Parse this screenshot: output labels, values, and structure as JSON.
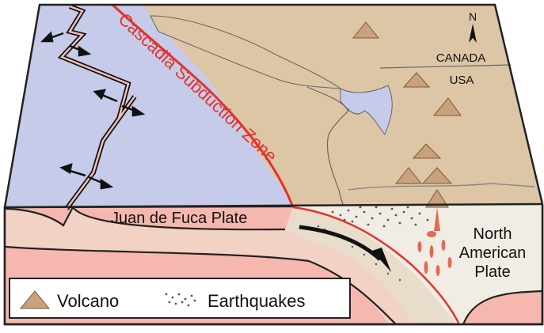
{
  "diagram": {
    "subduction_label": "Cascadia Subduction Zone",
    "juan_label": "Juan de Fuca Plate",
    "north_american_lines": [
      "North",
      "American",
      "Plate"
    ],
    "compass_label": "N",
    "canada_label": "CANADA",
    "usa_label": "USA"
  },
  "legend": {
    "volcano_label": "Volcano",
    "earthquakes_label": "Earthquakes"
  },
  "colors": {
    "ocean": "#c5cbe8",
    "land": "#dcc6a6",
    "crust": "#f2d2c4",
    "mantle": "#f6b8ae",
    "subduction_line": "#e4322b",
    "volcano": "#c8a27a"
  }
}
